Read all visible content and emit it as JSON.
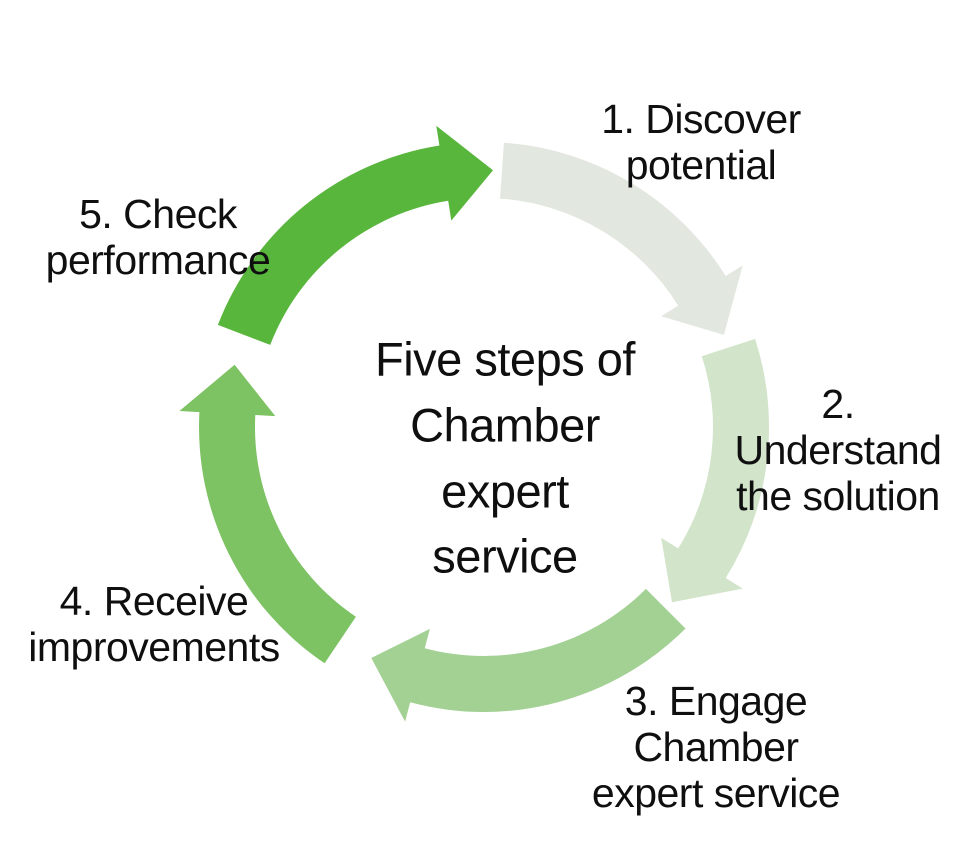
{
  "title": {
    "text": "Five steps of\nChamber\nexpert\nservice"
  },
  "steps": [
    {
      "label": "1. Discover\npotential",
      "color": "#e2e7df"
    },
    {
      "label": "2. Understand\nthe solution",
      "color": "#d2e4ca"
    },
    {
      "label": "3. Engage Chamber\nexpert service",
      "color": "#a3d093"
    },
    {
      "label": "4. Receive\nimprovements",
      "color": "#7dc263"
    },
    {
      "label": "5. Check\nperformance",
      "color": "#58b63c"
    }
  ],
  "colors": {
    "background": "#ffffff",
    "text": "#0f0f0f"
  }
}
